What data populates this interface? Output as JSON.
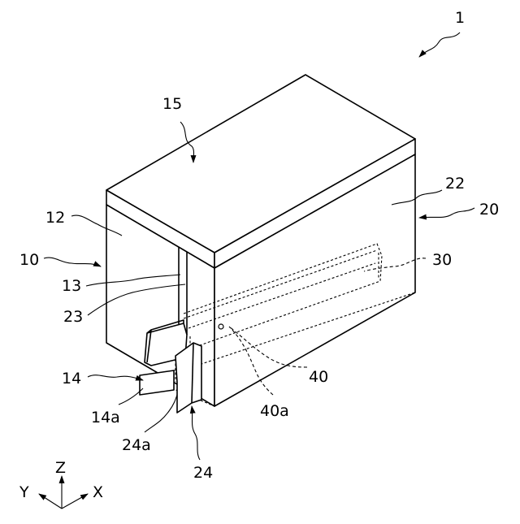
{
  "labels": {
    "assembly": "1",
    "body_10": "10",
    "side_12": "12",
    "slit_13": "13",
    "tab_14": "14",
    "tab_edge_14a": "14a",
    "top_15": "15",
    "cover_20": "20",
    "face_22": "22",
    "slit_23": "23",
    "tab_24": "24",
    "tab_edge_24a": "24a",
    "channel_30": "30",
    "hole_40": "40",
    "hole_edge_40a": "40a"
  },
  "axes": {
    "z": "Z",
    "y": "Y",
    "x": "X"
  }
}
